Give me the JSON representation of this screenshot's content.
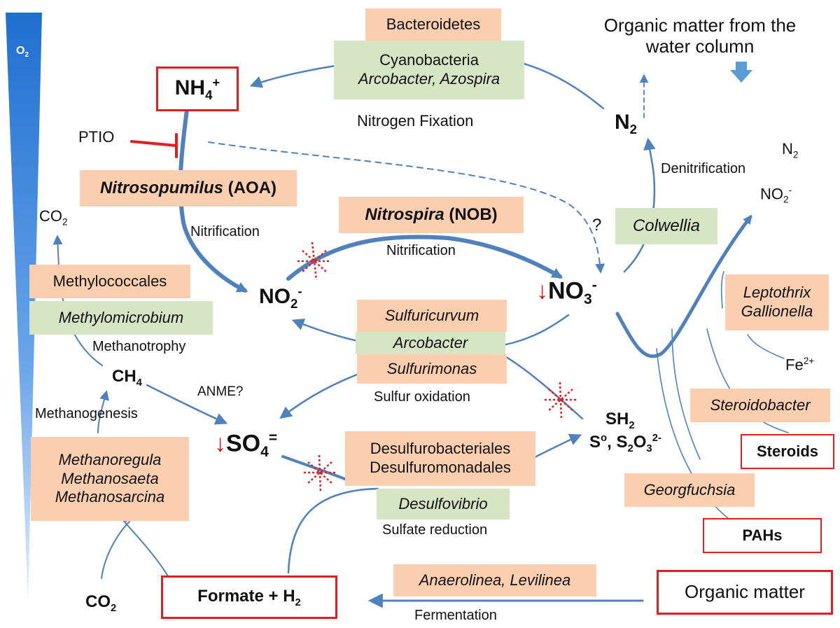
{
  "o2_label": {
    "main": "O",
    "sub": "2"
  },
  "nodes": {
    "nh4": {
      "main": "NH",
      "sub": "4",
      "sup": "+"
    },
    "n2_top": {
      "main": "N",
      "sub": "2"
    },
    "n2_right": "N",
    "n2_right_sub": "2",
    "no2_right": {
      "main": "NO",
      "sub": "2",
      "sup": "-"
    },
    "co2_top": {
      "main": "CO",
      "sub": "2"
    },
    "no2_center": {
      "main": "NO",
      "sub": "2",
      "sup": "-"
    },
    "no3": {
      "arrow": "↓",
      "main": "NO",
      "sub": "3",
      "sup": "-"
    },
    "ch4": {
      "main": "CH",
      "sub": "4"
    },
    "so4": {
      "arrow": "↓",
      "main": "SO",
      "sub": "4",
      "sup": "="
    },
    "sh2": {
      "main": "SH",
      "sub": "2"
    },
    "s_species": {
      "a": "S",
      "a_sup": "o",
      "b": ", S",
      "b_sub": "2",
      "b_main": "O",
      "b_sub2": "3",
      "b_sup": "2-"
    },
    "fe2": {
      "main": "Fe",
      "sup": "2+"
    },
    "co2_bottom": {
      "main": "CO",
      "sub": "2"
    },
    "formate": {
      "main": "Formate + H",
      "sub": "2"
    },
    "organic_matter": "Organic matter",
    "steroids": "Steroids",
    "pahs": "PAHs",
    "organic_water": {
      "line1": "Organic matter from the",
      "line2": "water column"
    }
  },
  "organisms": {
    "bacteroidetes": "Bacteroidetes",
    "cyanobacteria": "Cyanobacteria",
    "arcobacter_azospira": "Arcobacter, Azospira",
    "nitrosopumilus": "Nitrosopumilus",
    "aoa": " (AOA)",
    "nitrospira": "Nitrospira",
    "nob": " (NOB)",
    "colwellia": "Colwellia",
    "leptothrix": "Leptothrix",
    "gallionella": "Gallionella",
    "methylococcales": "Methylococcales",
    "methylomicrobium": "Methylomicrobium",
    "sulfuricurvum": "Sulfuricurvum",
    "arcobacter": "Arcobacter",
    "sulfurimonas": "Sulfurimonas",
    "steroidobacter": "Steroidobacter",
    "desulfobacteriales": "Desulfurobacteriales",
    "desulfuromonadales": "Desulfuromonadales",
    "desulfovibrio": "Desulfovibrio",
    "georgfuchsia": "Georgfuchsia",
    "methanoregula": "Methanoregula",
    "methanosaeta": "Methanosaeta",
    "methanosarcina": "Methanosarcina",
    "anaerolinea_levilinea": "Anaerolinea, Levilinea"
  },
  "processes": {
    "nitrogen_fixation": "Nitrogen Fixation",
    "ptio": "PTIO",
    "denitrification": "Denitrification",
    "nitrification_left": "Nitrification",
    "nitrification_center": "Nitrification",
    "question": "?",
    "methanotrophy": "Methanotrophy",
    "anme": "ANME?",
    "sulfur_oxidation": "Sulfur oxidation",
    "methanogenesis": "Methanogenesis",
    "sulfate_reduction": "Sulfate reduction",
    "fermentation": "Fermentation"
  },
  "colors": {
    "arrow_blue": "#4f81bd",
    "peach_box": "#f9cfb0",
    "green_box": "#d6e5c4",
    "inhibitor_red": "#e02020",
    "o2_gradient_top": "#1f6fd0"
  }
}
